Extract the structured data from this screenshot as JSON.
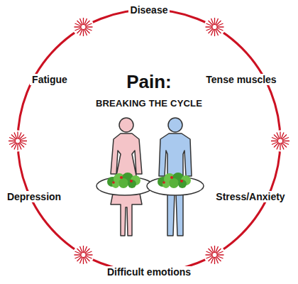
{
  "diagram": {
    "title": "Pain:",
    "labels": [
      "BREAKING THE CYCLE",
      "Disease",
      "Tense muscles",
      "Stress/Anxiety",
      "Difficult emotions",
      "Depression",
      "Fatigue"
    ]
  }
}
